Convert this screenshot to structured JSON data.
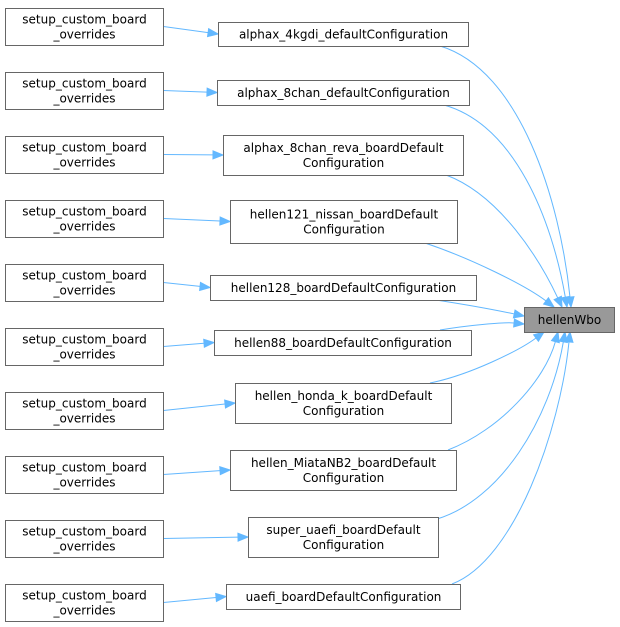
{
  "graph": {
    "type": "caller-graph",
    "target": {
      "id": "hellenWbo",
      "label": [
        "hellenWbo"
      ],
      "highlighted": true
    },
    "callers": [
      {
        "id": "alphax_4kgdi_defaultConfiguration",
        "label": [
          "alphax_4kgdi_defaultConfiguration"
        ],
        "caller": [
          "setup_custom_board",
          "_overrides"
        ]
      },
      {
        "id": "alphax_8chan_defaultConfiguration",
        "label": [
          "alphax_8chan_defaultConfiguration"
        ],
        "caller": [
          "setup_custom_board",
          "_overrides"
        ]
      },
      {
        "id": "alphax_8chan_reva_boardDefaultConfiguration",
        "label": [
          "alphax_8chan_reva_boardDefault",
          "Configuration"
        ],
        "caller": [
          "setup_custom_board",
          "_overrides"
        ]
      },
      {
        "id": "hellen121_nissan_boardDefaultConfiguration",
        "label": [
          "hellen121_nissan_boardDefault",
          "Configuration"
        ],
        "caller": [
          "setup_custom_board",
          "_overrides"
        ]
      },
      {
        "id": "hellen128_boardDefaultConfiguration",
        "label": [
          "hellen128_boardDefaultConfiguration"
        ],
        "caller": [
          "setup_custom_board",
          "_overrides"
        ]
      },
      {
        "id": "hellen88_boardDefaultConfiguration",
        "label": [
          "hellen88_boardDefaultConfiguration"
        ],
        "caller": [
          "setup_custom_board",
          "_overrides"
        ]
      },
      {
        "id": "hellen_honda_k_boardDefaultConfiguration",
        "label": [
          "hellen_honda_k_boardDefault",
          "Configuration"
        ],
        "caller": [
          "setup_custom_board",
          "_overrides"
        ]
      },
      {
        "id": "hellen_MiataNB2_boardDefaultConfiguration",
        "label": [
          "hellen_MiataNB2_boardDefault",
          "Configuration"
        ],
        "caller": [
          "setup_custom_board",
          "_overrides"
        ]
      },
      {
        "id": "super_uaefi_boardDefaultConfiguration",
        "label": [
          "super_uaefi_boardDefault",
          "Configuration"
        ],
        "caller": [
          "setup_custom_board",
          "_overrides"
        ]
      },
      {
        "id": "uaefi_boardDefaultConfiguration",
        "label": [
          "uaefi_boardDefaultConfiguration"
        ],
        "caller": [
          "setup_custom_board",
          "_overrides"
        ]
      }
    ],
    "colors": {
      "edge": "#63b8ff",
      "node_border": "#666666",
      "node_fill": "#ffffff",
      "target_fill": "#999999"
    }
  }
}
